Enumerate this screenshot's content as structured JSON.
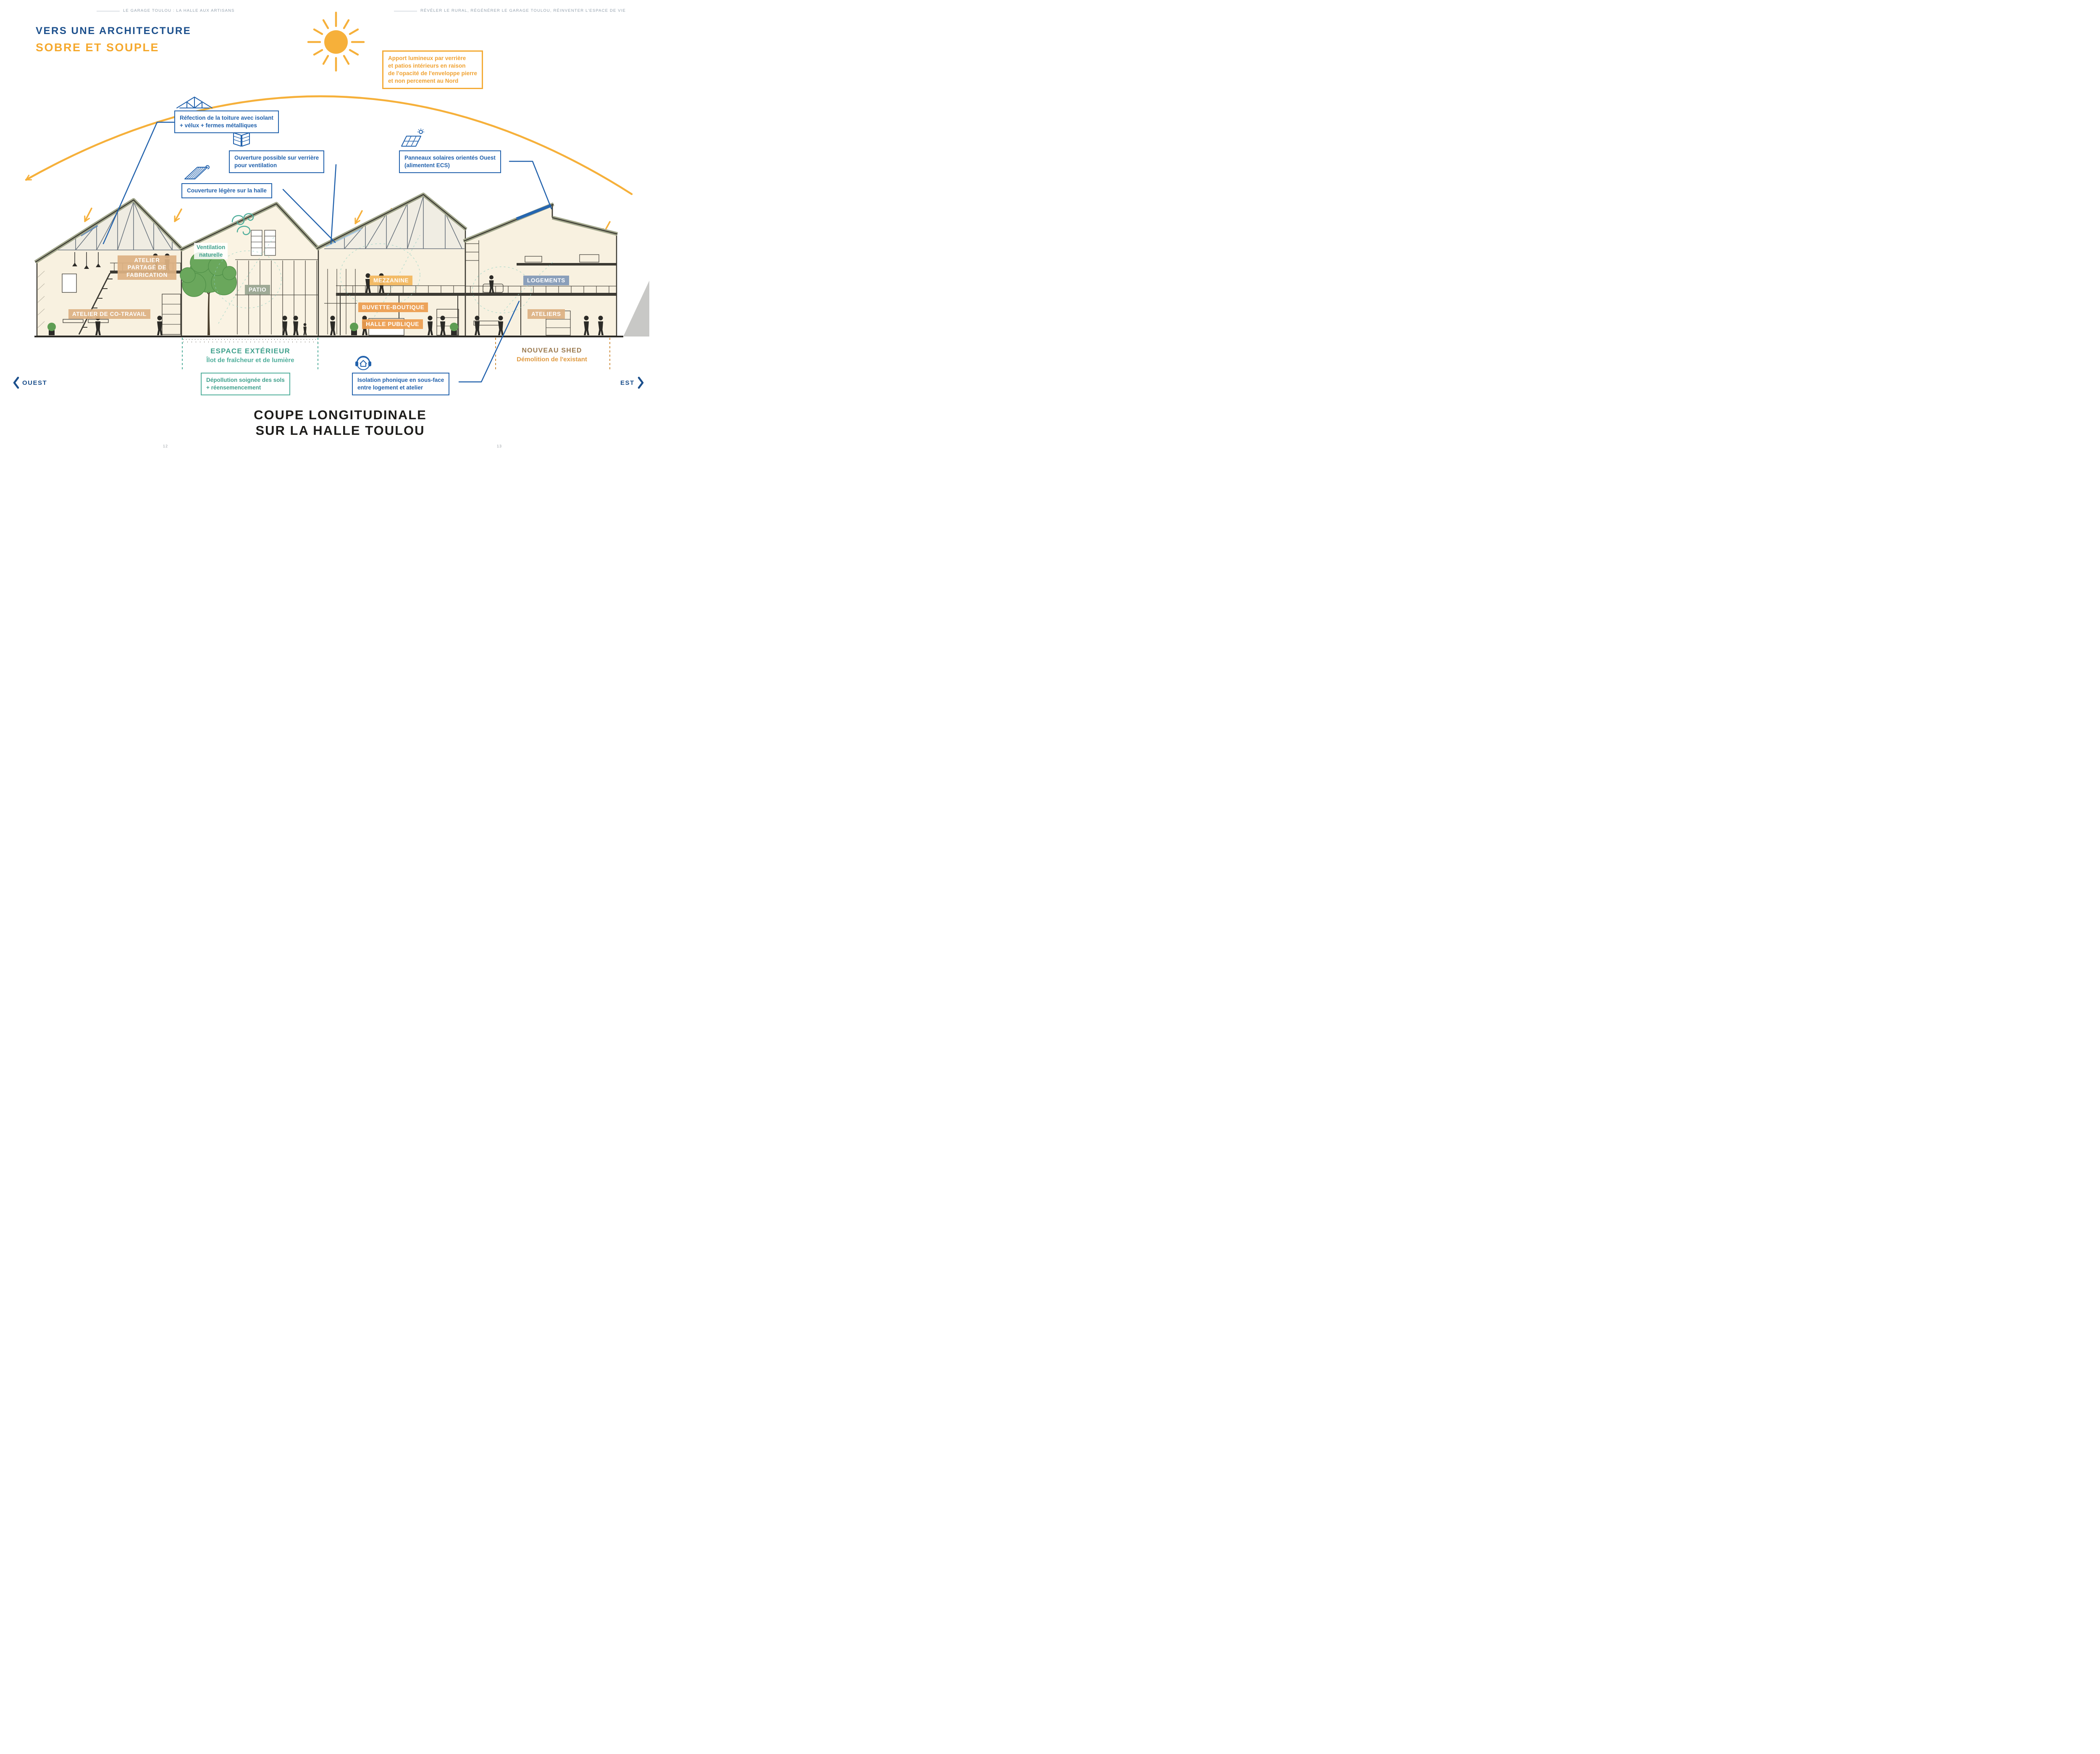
{
  "page": {
    "header_left": "LE GARAGE TOULOU : LA HALLE AUX ARTISANS",
    "header_right": "RÉVÉLER LE RURAL, RÉGÉNÉRER LE GARAGE TOULOU, RÉINVENTER L'ESPACE DE VIE",
    "page_number_left": "12",
    "page_number_right": "13"
  },
  "title": {
    "line1": "VERS UNE ARCHITECTURE",
    "line2": "SOBRE ET SOUPLE"
  },
  "notes": {
    "daylight": "Apport lumineux par verrière\net patios intérieurs en raison\nde l'opacité de l'enveloppe pierre\net non percement au Nord",
    "roof": "Réfection de la toiture avec isolant\n+ vélux + fermes métalliques",
    "opening": "Ouverture possible sur verrière\npour ventilation",
    "solar": "Panneaux solaires orientés Ouest\n(alimentent ECS)",
    "cover": "Couverture légère sur la halle",
    "acoustic": "Isolation phonique en sous-face\nentre logement et atelier",
    "soil": "Dépollution soignée des sols\n+ réensemencement",
    "ventilation": "Ventilation\nnaturelle"
  },
  "zones": [
    {
      "id": "atelier-partage",
      "label": "ATELIER PARTAGÉ DE FABRICATION",
      "color": "#ddb183"
    },
    {
      "id": "atelier-cotravail",
      "label": "ATELIER DE CO-TRAVAIL",
      "color": "#ddb183"
    },
    {
      "id": "patio",
      "label": "PATIO",
      "color": "#97a48f"
    },
    {
      "id": "mezzanine",
      "label": "MEZZANINE",
      "color": "#f2b75e"
    },
    {
      "id": "buvette",
      "label": "BUVETTE-BOUTIQUE",
      "color": "#ec9d50"
    },
    {
      "id": "halle-publique",
      "label": "HALLE PUBLIQUE",
      "color": "#ec9d50"
    },
    {
      "id": "logements",
      "label": "LOGEMENTS",
      "color": "#8399b7"
    },
    {
      "id": "ateliers",
      "label": "ATELIERS",
      "color": "#ddb183"
    }
  ],
  "exterior": {
    "title": "ESPACE EXTÉRIEUR",
    "subtitle": "Îlot de fraîcheur et de lumière"
  },
  "shed": {
    "title": "NOUVEAU SHED",
    "subtitle": "Démolition de l'existant"
  },
  "directions": {
    "west": "OUEST",
    "east": "EST"
  },
  "caption": {
    "line1": "COUPE LONGITUDINALE",
    "line2": "SUR LA HALLE TOULOU"
  },
  "icons": [
    "sun-icon",
    "sun-path-arc",
    "roof-truss-icon",
    "folding-window-icon",
    "corrugated-roof-icon",
    "solar-panel-icon",
    "wind-swirl-icon",
    "headphones-house-icon",
    "chevron-left-icon",
    "chevron-right-icon"
  ],
  "colors": {
    "navy": "#1b4f8c",
    "annotation_blue": "#2161ac",
    "accent_orange": "#f5a82c",
    "accent_teal": "#4fae9b",
    "zone_tan": "#ddb183",
    "zone_sage": "#97a48f",
    "zone_amber": "#f2b75e",
    "zone_orange": "#ec9d50",
    "zone_slate": "#8399b7",
    "shed_brown": "#9b7a50",
    "shed_orange": "#e09a40"
  }
}
